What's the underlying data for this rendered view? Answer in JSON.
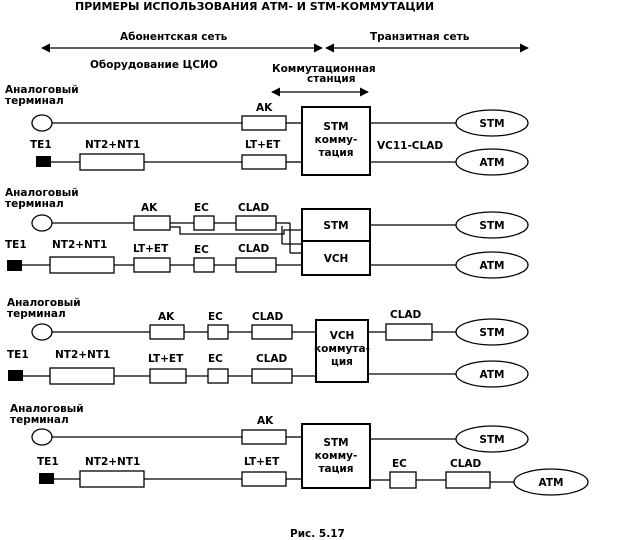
{
  "title": "ПРИМЕРЫ ИСПОЛЬЗОВАНИЯ АТМ- И STM-КОММУТАЦИИ",
  "header": {
    "subscriber_network": "Абонентская сеть",
    "transit_network": "Транзитная сеть",
    "isdn_equipment": "Оборудование ЦСИО",
    "switching_station_line1": "Коммутационная",
    "switching_station_line2": "станция"
  },
  "labels": {
    "analog_terminal_line1": "Аналоговый",
    "analog_terminal_line2": "терминал",
    "te1": "TE1",
    "nt": "NT2+NT1",
    "ak": "AK",
    "ltet": "LT+ET",
    "ec": "EC",
    "clad": "CLAD",
    "vc11clad": "VC11-CLAD",
    "stm": "STM",
    "atm": "ATM",
    "vch": "VCH",
    "stm_switch_1": "STM",
    "stm_switch_2": "комму-",
    "stm_switch_3": "тация",
    "vch_switch_1": "VCH",
    "vch_switch_2": "коммута-",
    "vch_switch_3": "ция"
  },
  "caption": "Рис. 5.17"
}
